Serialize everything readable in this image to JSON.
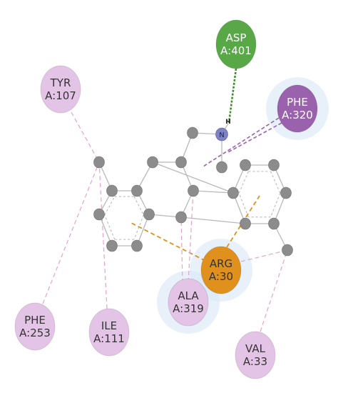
{
  "residues": [
    {
      "id": "asp401",
      "line1": "ASP",
      "line2": "A:401",
      "fill": "#58a848",
      "text_color": "#ffffff",
      "halo": false
    },
    {
      "id": "tyr107",
      "line1": "TYR",
      "line2": "A:107",
      "fill": "#e4c4e6",
      "text_color": "#333333",
      "halo": false
    },
    {
      "id": "phe320",
      "line1": "PHE",
      "line2": "A:320",
      "fill": "#9a62ac",
      "text_color": "#ffffff",
      "halo": true
    },
    {
      "id": "arg30",
      "line1": "ARG",
      "line2": "A:30",
      "fill": "#e0901c",
      "text_color": "#333333",
      "halo": true
    },
    {
      "id": "ala319",
      "line1": "ALA",
      "line2": "A:319",
      "fill": "#e4c4e6",
      "text_color": "#333333",
      "halo": true
    },
    {
      "id": "phe253",
      "line1": "PHE",
      "line2": "A:253",
      "fill": "#e4c4e6",
      "text_color": "#333333",
      "halo": false
    },
    {
      "id": "ile111",
      "line1": "ILE",
      "line2": "A:111",
      "fill": "#e4c4e6",
      "text_color": "#333333",
      "halo": false
    },
    {
      "id": "val33",
      "line1": "VAL",
      "line2": "A:33",
      "fill": "#e4c4e6",
      "text_color": "#333333",
      "halo": false
    }
  ],
  "ligand": {
    "nitrogen_label": "N",
    "hydrogen_label": "H",
    "carbon_color": "#8c8c8c",
    "nitrogen_color": "#7f82c4",
    "bond_color": "#b8b8b8"
  },
  "interactions": [
    {
      "type": "hydrogen-bond",
      "from": "asp401",
      "color": "#3f8f2c"
    },
    {
      "type": "pi-pi",
      "from": "phe320",
      "color": "#9a62ac"
    },
    {
      "type": "pi-cation",
      "from": "arg30",
      "color": "#e0901c"
    },
    {
      "type": "pi-alkyl",
      "from": "tyr107",
      "color": "#e8a2d0"
    },
    {
      "type": "pi-alkyl",
      "from": "ala319",
      "color": "#e8a2d0"
    },
    {
      "type": "pi-alkyl",
      "from": "phe253",
      "color": "#e8a2d0"
    },
    {
      "type": "pi-alkyl",
      "from": "ile111",
      "color": "#e8a2d0"
    },
    {
      "type": "pi-alkyl",
      "from": "val33",
      "color": "#e8a2d0"
    }
  ]
}
